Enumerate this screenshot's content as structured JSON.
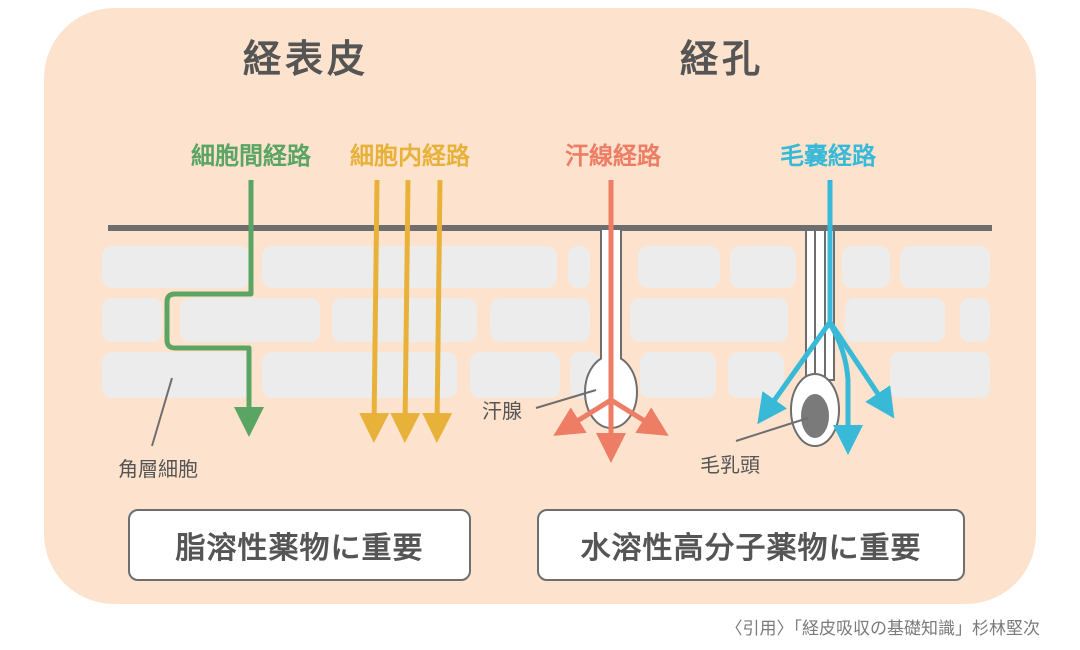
{
  "headings": {
    "transepidermal": "経表皮",
    "transappendageal": "経孔"
  },
  "routes": {
    "intercellular": "細胞間経路",
    "intracellular": "細胞内経路",
    "sweat_gland": "汗線経路",
    "hair_follicle": "毛嚢経路"
  },
  "labels": {
    "corneocyte": "角層細胞",
    "sweat_gland": "汗腺",
    "dermal_papilla": "毛乳頭"
  },
  "boxes": {
    "lipophilic": "脂溶性薬物に重要",
    "hydrophilic": "水溶性高分子薬物に重要"
  },
  "citation": "〈引用〉「経皮吸収の基礎知識」杉林堅次",
  "colors": {
    "background": "#fde3cd",
    "intercellular": "#5aa464",
    "intracellular": "#e8b23a",
    "sweat_gland": "#ee7d66",
    "hair_follicle": "#38b9d8",
    "heading": "#555555",
    "cell": "#ececec",
    "surface_line": "#6e6e6e"
  }
}
